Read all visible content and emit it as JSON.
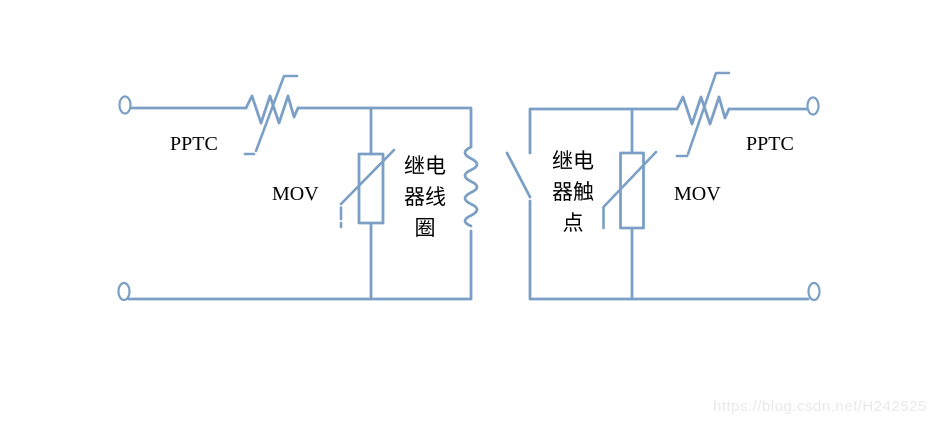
{
  "diagram": {
    "type": "circuit-schematic",
    "stroke_color": "#7ca0c5",
    "label_color": "#000000",
    "components": [
      {
        "id": "pptc-left",
        "label": "PPTC"
      },
      {
        "id": "mov-left",
        "label": "MOV"
      },
      {
        "id": "relay-coil",
        "label": "继电器线圈",
        "label_lines": [
          "继电",
          "器线",
          "圈"
        ]
      },
      {
        "id": "relay-contact",
        "label": "继电器触点",
        "label_lines": [
          "继电",
          "器触",
          "点"
        ]
      },
      {
        "id": "mov-right",
        "label": "MOV"
      },
      {
        "id": "pptc-right",
        "label": "PPTC"
      }
    ],
    "watermark": {
      "text": "https://blog.csdn.net/H242525",
      "color": "#e9e9e9"
    }
  }
}
